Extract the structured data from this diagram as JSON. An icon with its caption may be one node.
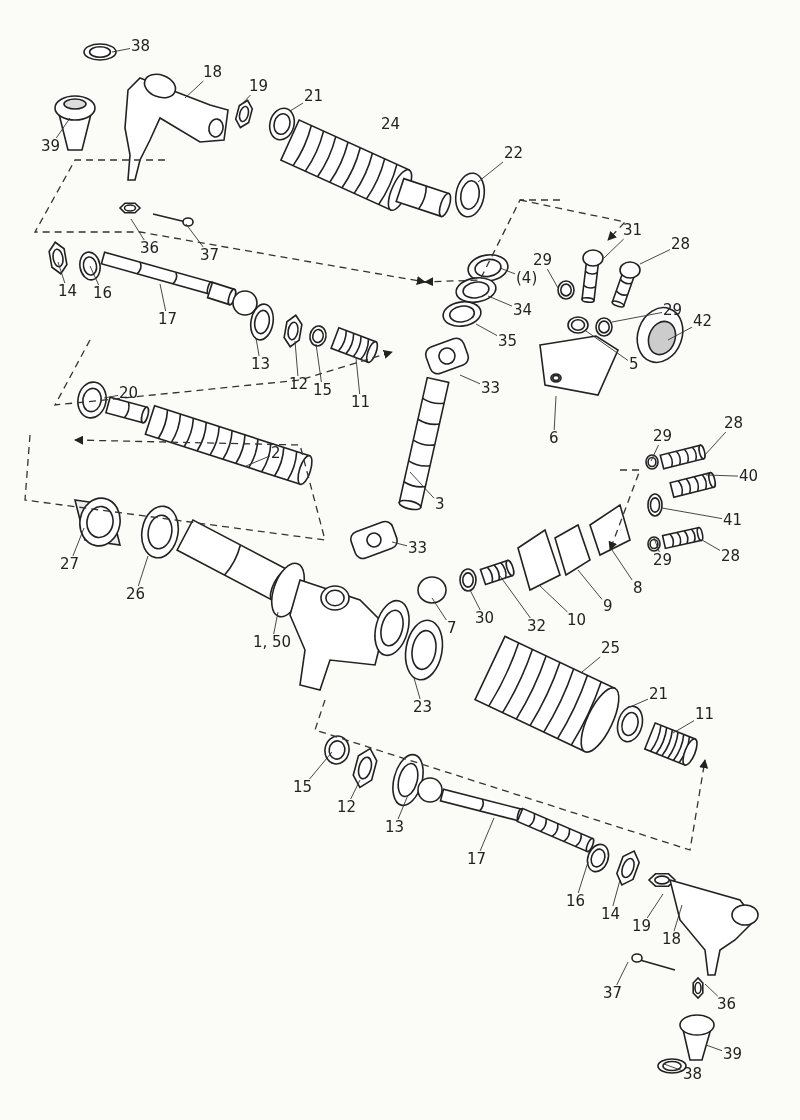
{
  "diagram": {
    "nodes": [
      {
        "text": [
          "38"
        ]
      },
      {
        "text": [
          "39"
        ]
      },
      {
        "text": [
          "18"
        ]
      },
      {
        "text": [
          "19"
        ]
      },
      {
        "text": [
          "21"
        ]
      },
      {
        "text": [
          "22"
        ]
      },
      {
        "text": [
          "36"
        ]
      },
      {
        "text": [
          "37"
        ]
      },
      {
        "text": [
          "14"
        ]
      },
      {
        "text": [
          "16"
        ]
      },
      {
        "text": [
          "17"
        ]
      },
      {
        "text": [
          "13"
        ]
      },
      {
        "text": [
          "12"
        ]
      },
      {
        "text": [
          "15"
        ]
      },
      {
        "text": [
          "11"
        ]
      },
      {
        "text": [
          "(4)"
        ]
      },
      {
        "text": [
          "34"
        ]
      },
      {
        "text": [
          "35"
        ]
      },
      {
        "text": [
          "33"
        ]
      },
      {
        "text": [
          "29"
        ]
      },
      {
        "text": [
          "31"
        ]
      },
      {
        "text": [
          "28"
        ]
      },
      {
        "text": [
          "29"
        ]
      },
      {
        "text": [
          "5"
        ]
      },
      {
        "text": [
          "42"
        ]
      },
      {
        "text": [
          "6"
        ]
      },
      {
        "text": [
          "20"
        ]
      },
      {
        "text": [
          "2"
        ]
      },
      {
        "text": [
          "3"
        ]
      },
      {
        "text": [
          "29"
        ]
      },
      {
        "text": [
          "28"
        ]
      },
      {
        "text": [
          "40"
        ]
      },
      {
        "text": [
          "41"
        ]
      },
      {
        "text": [
          "28"
        ]
      },
      {
        "text": [
          "29"
        ]
      },
      {
        "text": [
          "8"
        ]
      },
      {
        "text": [
          "9"
        ]
      },
      {
        "text": [
          "10"
        ]
      },
      {
        "text": [
          "32"
        ]
      },
      {
        "text": [
          "30"
        ]
      },
      {
        "text": [
          "7"
        ]
      },
      {
        "text": [
          "33"
        ]
      },
      {
        "text": [
          "27"
        ]
      },
      {
        "text": [
          "26"
        ]
      },
      {
        "text": [
          "1, 50"
        ]
      },
      {
        "text": [
          "25"
        ]
      },
      {
        "text": [
          "23"
        ]
      },
      {
        "text": [
          "21"
        ]
      },
      {
        "text": [
          "11"
        ]
      },
      {
        "text": [
          "15"
        ]
      },
      {
        "text": [
          "12"
        ]
      },
      {
        "text": [
          "13"
        ]
      },
      {
        "text": [
          "17"
        ]
      },
      {
        "text": [
          "16"
        ]
      },
      {
        "text": [
          "14"
        ]
      },
      {
        "text": [
          "19"
        ]
      },
      {
        "text": [
          "18"
        ]
      },
      {
        "text": [
          "37"
        ]
      },
      {
        "text": [
          "36"
        ]
      },
      {
        "text": [
          "39"
        ]
      },
      {
        "text": [
          "38"
        ]
      }
    ],
    "edges": [
      {
        "from": 0,
        "to": null,
        "arrow": "none"
      },
      {
        "from": 1,
        "to": null,
        "arrow": "none"
      },
      {
        "from": 2,
        "to": null,
        "arrow": "none"
      },
      {
        "from": 3,
        "to": null,
        "arrow": "none"
      },
      {
        "from": 4,
        "to": null,
        "arrow": "none"
      },
      {
        "from": 5,
        "to": null,
        "arrow": "none"
      },
      {
        "from": 6,
        "to": null,
        "arrow": "none"
      },
      {
        "from": 7,
        "to": null,
        "arrow": "none"
      },
      {
        "from": 8,
        "to": null,
        "arrow": "none"
      },
      {
        "from": 9,
        "to": null,
        "arrow": "none"
      },
      {
        "from": 10,
        "to": null,
        "arrow": "none"
      },
      {
        "from": 11,
        "to": null,
        "arrow": "none"
      },
      {
        "from": 12,
        "to": null,
        "arrow": "none"
      },
      {
        "from": 13,
        "to": null,
        "arrow": "none"
      },
      {
        "from": 14,
        "to": null,
        "arrow": "none"
      },
      {
        "from": 15,
        "to": null,
        "arrow": "none"
      },
      {
        "from": 16,
        "to": null,
        "arrow": "none"
      },
      {
        "from": 17,
        "to": null,
        "arrow": "none"
      },
      {
        "from": 18,
        "to": null,
        "arrow": "none"
      },
      {
        "from": 19,
        "to": null,
        "arrow": "none"
      },
      {
        "from": 20,
        "to": null,
        "arrow": "none"
      },
      {
        "from": 21,
        "to": null,
        "arrow": "none"
      },
      {
        "from": 22,
        "to": null,
        "arrow": "none"
      },
      {
        "from": 23,
        "to": null,
        "arrow": "none"
      },
      {
        "from": 24,
        "to": null,
        "arrow": "none"
      },
      {
        "from": 25,
        "to": null,
        "arrow": "none"
      },
      {
        "from": 26,
        "to": null,
        "arrow": "none"
      },
      {
        "from": 27,
        "to": null,
        "arrow": "none"
      },
      {
        "from": 28,
        "to": null,
        "arrow": "none"
      },
      {
        "from": 29,
        "to": null,
        "arrow": "none"
      },
      {
        "from": 30,
        "to": null,
        "arrow": "none"
      },
      {
        "from": 31,
        "to": null,
        "arrow": "none"
      },
      {
        "from": 32,
        "to": null,
        "arrow": "none"
      },
      {
        "from": 33,
        "to": null,
        "arrow": "none"
      },
      {
        "from": 34,
        "to": null,
        "arrow": "none"
      },
      {
        "from": 35,
        "to": null,
        "arrow": "none"
      },
      {
        "from": 36,
        "to": null,
        "arrow": "none"
      },
      {
        "from": 37,
        "to": null,
        "arrow": "none"
      },
      {
        "from": 38,
        "to": null,
        "arrow": "none"
      },
      {
        "from": 39,
        "to": null,
        "arrow": "none"
      },
      {
        "from": 40,
        "to": null,
        "arrow": "none"
      },
      {
        "from": 41,
        "to": null,
        "arrow": "none"
      },
      {
        "from": 42,
        "to": null,
        "arrow": "none"
      },
      {
        "from": 43,
        "to": null,
        "arrow": "none"
      },
      {
        "from": 44,
        "to": null,
        "arrow": "none"
      },
      {
        "from": 45,
        "to": null,
        "arrow": "none"
      },
      {
        "from": 46,
        "to": null,
        "arrow": "none"
      },
      {
        "from": 47,
        "to": null,
        "arrow": "none"
      },
      {
        "from": 48,
        "to": null,
        "arrow": "none"
      },
      {
        "from": 49,
        "to": null,
        "arrow": "none"
      },
      {
        "from": 50,
        "to": null,
        "arrow": "none"
      },
      {
        "from": 51,
        "to": null,
        "arrow": "none"
      },
      {
        "from": 52,
        "to": null,
        "arrow": "none"
      },
      {
        "from": 53,
        "to": null,
        "arrow": "none"
      },
      {
        "from": 54,
        "to": null,
        "arrow": "none"
      },
      {
        "from": 55,
        "to": null,
        "arrow": "none"
      },
      {
        "from": 56,
        "to": null,
        "arrow": "none"
      },
      {
        "from": 57,
        "to": null,
        "arrow": "none"
      },
      {
        "from": 58,
        "to": null,
        "arrow": "none"
      },
      {
        "from": 59,
        "to": null,
        "arrow": "none"
      },
      {
        "from": 60,
        "to": null,
        "arrow": "none"
      }
    ],
    "labels": [
      "24"
    ]
  }
}
